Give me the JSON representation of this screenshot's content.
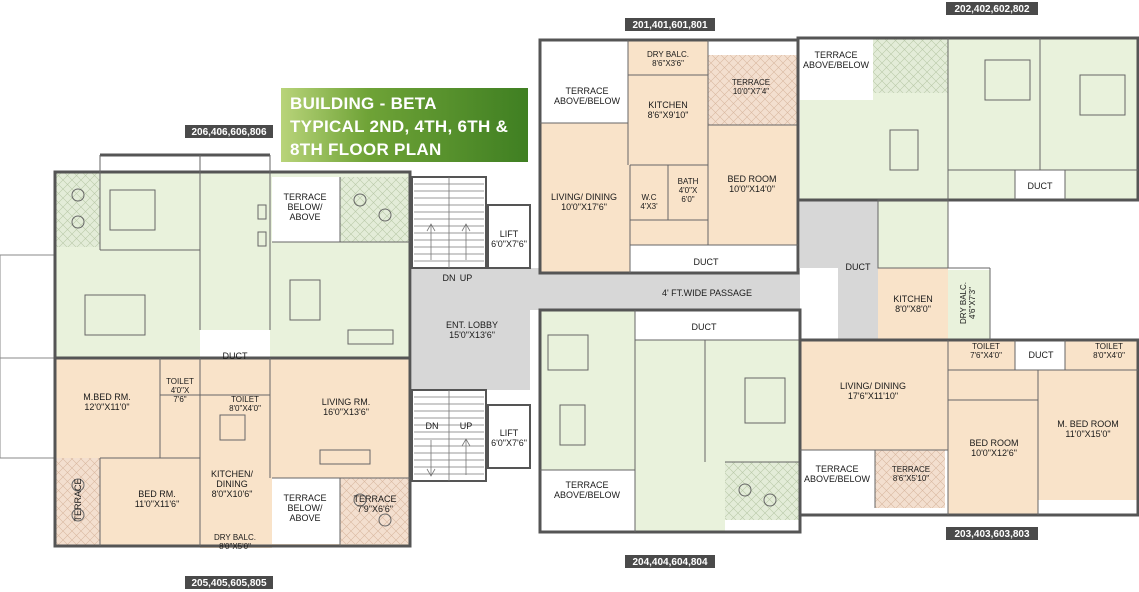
{
  "title": {
    "line1": "BUILDING - BETA",
    "line2": "TYPICAL 2ND, 4TH, 6TH &",
    "line3": "8TH FLOOR PLAN"
  },
  "flat_numbers": {
    "nw": "206,406,606,806",
    "sw": "205,405,605,805",
    "n_mid": "201,401,601,801",
    "s_mid": "204,404,604,804",
    "ne": "202,402,602,802",
    "se": "203,403,603,803"
  },
  "rooms": {
    "terrace_below_above": [
      "TERRACE",
      "BELOW/",
      "ABOVE"
    ],
    "duct_w": "DUCT",
    "m_bed_w": [
      "M.BED RM.",
      "12'0\"X11'0\""
    ],
    "toilet_w1": [
      "TOILET",
      "4'0\"X",
      "7'6\""
    ],
    "toilet_w2": [
      "TOILET",
      "8'0\"X4'0\""
    ],
    "living_w": [
      "LIVING RM.",
      "16'0\"X13'6\""
    ],
    "terrace_sw_side": "TERRACE",
    "bed_sw": [
      "BED RM.",
      "11'0\"X11'6\""
    ],
    "kitchen_sw": [
      "KITCHEN/",
      "DINING",
      "8'0\"X10'6\""
    ],
    "dry_balc_sw": [
      "DRY BALC.",
      "8'0\"X5'0\""
    ],
    "terrace_below_above_s": [
      "TERRACE",
      "BELOW/",
      "ABOVE"
    ],
    "terrace_sw": [
      "TERRACE",
      "7'9\"X6'6\""
    ],
    "stair_dn": "DN",
    "stair_up": "UP",
    "ent_lobby": [
      "ENT. LOBBY",
      "15'0\"X13'6\""
    ],
    "lift_n": [
      "LIFT",
      "6'0\"X7'6\""
    ],
    "lift_s": [
      "LIFT",
      "6'0\"X7'6\""
    ],
    "passage": "4' FT.WIDE PASSAGE",
    "terrace_above_below_n": [
      "TERRACE",
      "ABOVE/BELOW"
    ],
    "dry_balc_n": [
      "DRY BALC.",
      "8'6\"X3'6\""
    ],
    "kitchen_n": [
      "KITCHEN",
      "8'6\"X9'10\""
    ],
    "terrace_n": [
      "TERRACE",
      "10'0\"X7'4\""
    ],
    "living_n": [
      "LIVING/ DINING",
      "10'0\"X17'6\""
    ],
    "wc_n": [
      "W.C",
      "4'X3'"
    ],
    "bath_n": [
      "BATH",
      "4'0\"X",
      "6'0\""
    ],
    "bed_n": [
      "BED ROOM",
      "10'0\"X14'0\""
    ],
    "duct_n": "DUCT",
    "terrace_above_below_s": [
      "TERRACE",
      "ABOVE/BELOW"
    ],
    "duct_s": "DUCT",
    "terrace_above_below_ne": [
      "TERRACE",
      "ABOVE/BELOW"
    ],
    "duct_ne": "DUCT",
    "duct_e_mid": "DUCT",
    "kitchen_e": [
      "KITCHEN",
      "8'0\"X8'0\""
    ],
    "dry_balc_e": [
      "DRY BALC.",
      "4'6\"X7'3\""
    ],
    "toilet_e1": [
      "TOILET",
      "7'6\"X4'0\""
    ],
    "duct_e": "DUCT",
    "toilet_e2": [
      "TOILET",
      "8'0\"X4'0\""
    ],
    "living_e": [
      "LIVING/ DINING",
      "17'6\"X11'10\""
    ],
    "bed_e": [
      "BED ROOM",
      "10'0\"X12'6\""
    ],
    "m_bed_e": [
      "M. BED ROOM",
      "11'0\"X15'0\""
    ],
    "terrace_above_below_se": [
      "TERRACE",
      "ABOVE/BELOW"
    ],
    "terrace_se": [
      "TERRACE",
      "8'6\"X5'10\""
    ]
  },
  "colors": {
    "peach": "#f9e3c9",
    "green": "#e9f2dc",
    "grey": "#d6d6d6",
    "tile": "#f1d9c6",
    "flat_label_bg": "#4a4a4a",
    "banner": "#5d9a2e"
  }
}
